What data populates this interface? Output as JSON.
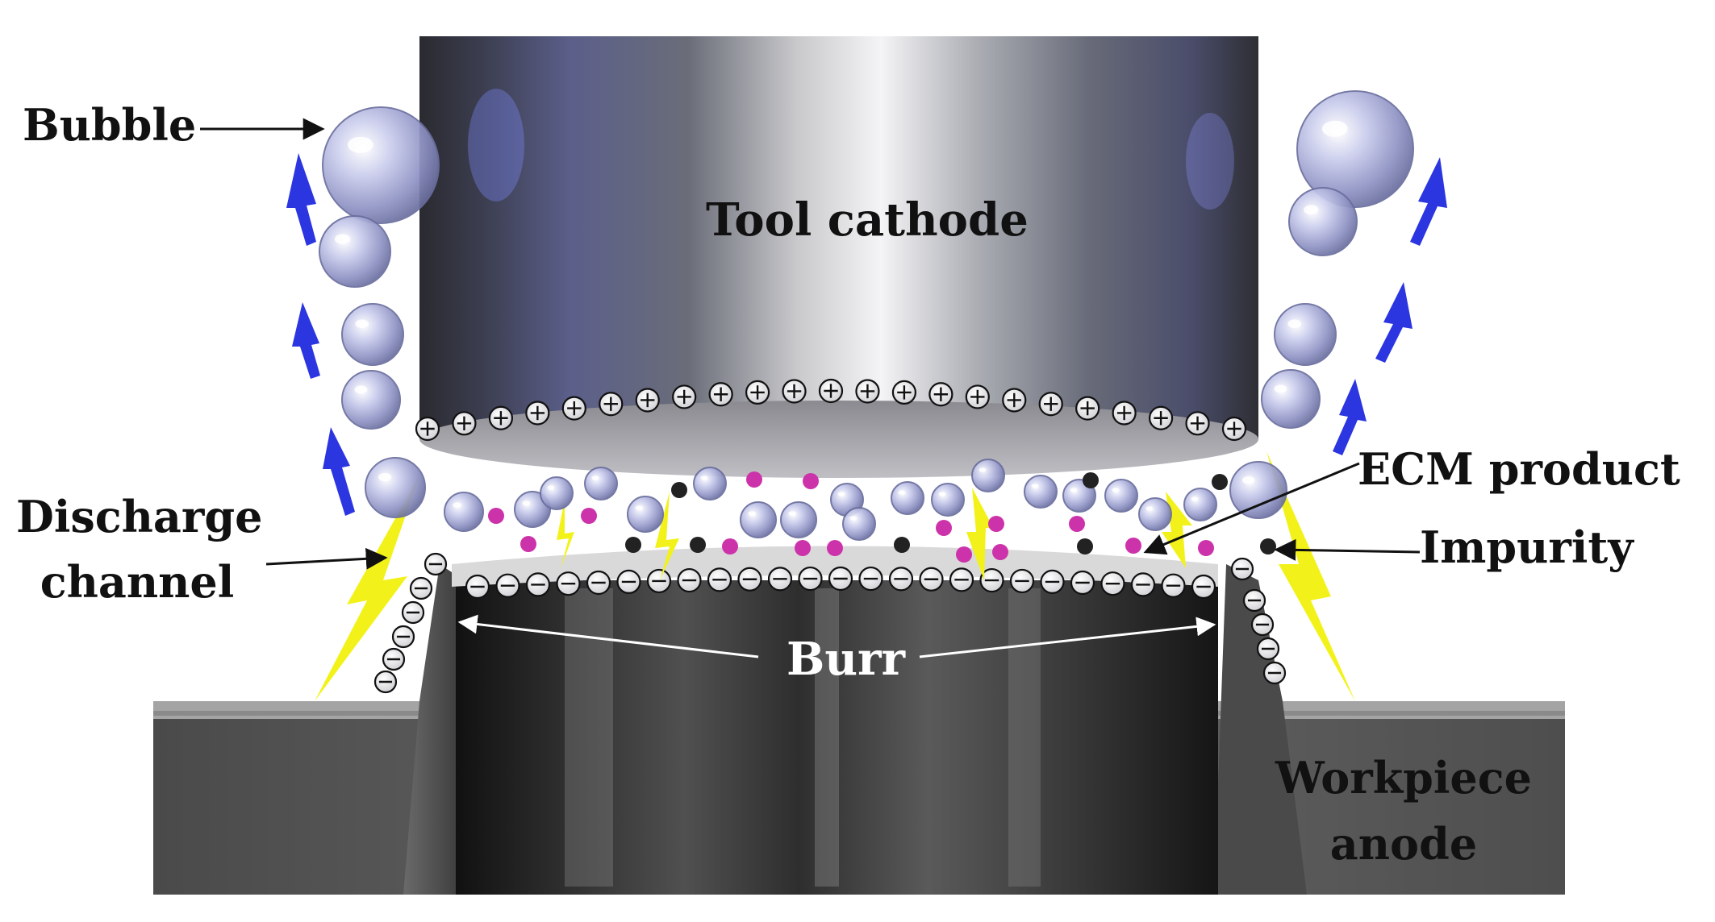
{
  "labels": {
    "bubble": "Bubble",
    "tool_cathode": "Tool cathode",
    "ecm_product": "ECM product",
    "discharge_channel_line1": "Discharge",
    "discharge_channel_line2": "channel",
    "impurity": "Impurity",
    "burr": "Burr",
    "workpiece_anode_line1": "Workpiece",
    "workpiece_anode_line2": "anode"
  },
  "colors": {
    "ecm_product": "#cc33aa",
    "impurity": "#222222",
    "discharge": "#f2f21a",
    "flow_arrow": "#2b35e0"
  },
  "symbols": {
    "positive_ion": "plus-circle",
    "negative_ion": "minus-circle"
  }
}
